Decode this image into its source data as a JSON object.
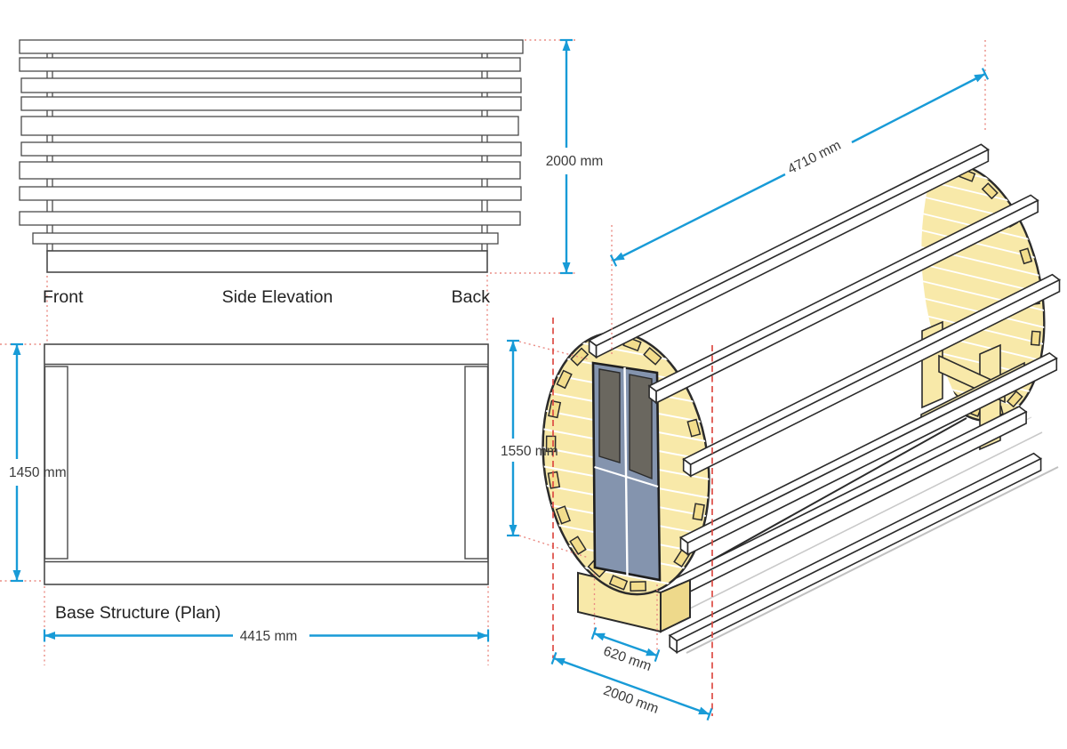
{
  "drawing": {
    "side_elevation": {
      "label": "Side Elevation",
      "front_label": "Front",
      "back_label": "Back",
      "height_dim": "2000 mm"
    },
    "plan": {
      "label": "Base Structure (Plan)",
      "depth_dim": "1450 mm",
      "length_dim": "4415 mm"
    },
    "isometric": {
      "length_dim": "4710 mm",
      "door_height_dim": "1550 mm",
      "door_width_dim": "620 mm",
      "front_width_dim": "2000 mm"
    },
    "colors": {
      "dimension_blue": "#189bd7",
      "guide_red_dashed": "#dd4b44",
      "guide_red_dotted": "#ea8b84",
      "wood_tan": "#f8e9a9",
      "notch_tan": "#f3dd8c",
      "skid_side_tan": "#eed98b",
      "door_blue_gray": "#8494ae",
      "window_gray": "#6a675f",
      "outline": "#2b2b2b",
      "thin_outline": "#4a4a4a",
      "shadow_gray": "#c6c6c6",
      "text_dark": "#222222"
    }
  }
}
